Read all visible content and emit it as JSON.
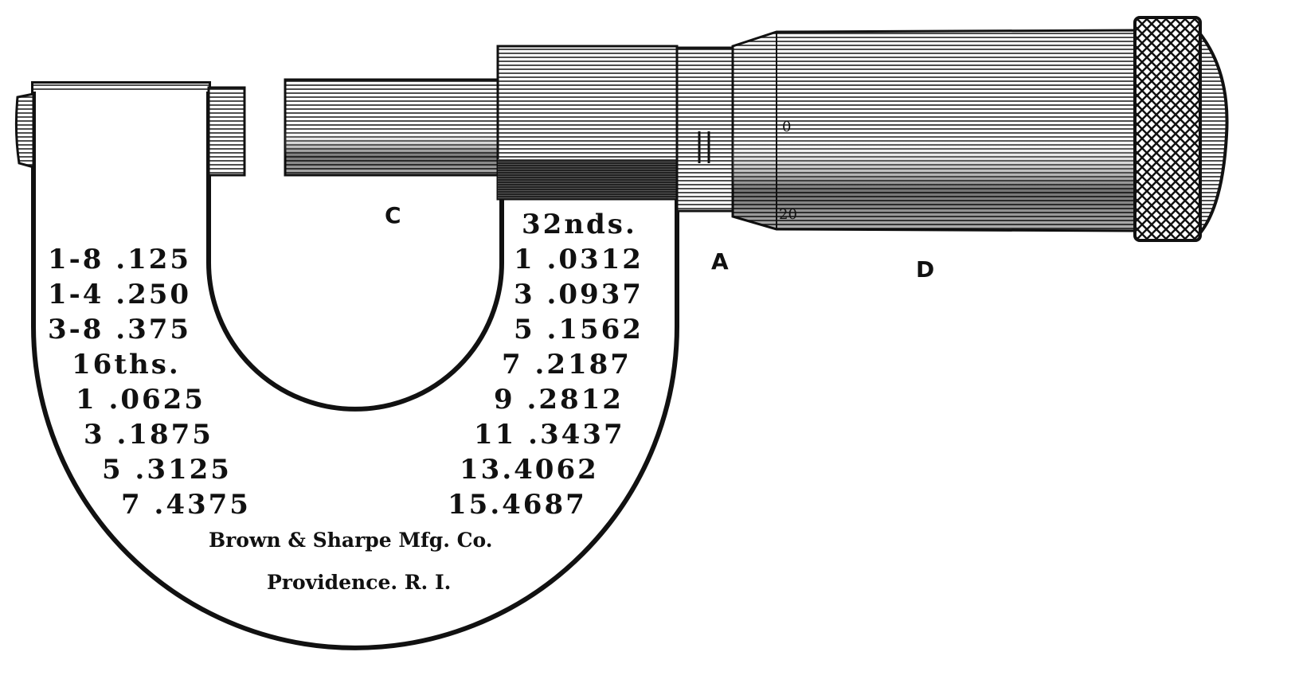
{
  "labels": {
    "a": "A",
    "c": "C",
    "d": "D"
  },
  "left_table": {
    "rows": [
      "1-8 .125",
      "1-4 .250",
      "3-8 .375"
    ],
    "heading": "16ths.",
    "sixteenths": [
      "1 .0625",
      "3 .1875",
      "5 .3125",
      "7 .4375"
    ]
  },
  "right_table": {
    "heading": "32nds.",
    "rows": [
      "1 .0312",
      "3 .0937",
      "5 .1562",
      "7 .2187",
      "9 .2812",
      "11 .3437",
      "13.4062",
      "15.4687"
    ]
  },
  "maker": {
    "line1": "Brown & Sharpe Mfg. Co.",
    "line2": "Providence. R. I."
  },
  "thimble_scale": {
    "top": "0",
    "bottom": "20"
  }
}
